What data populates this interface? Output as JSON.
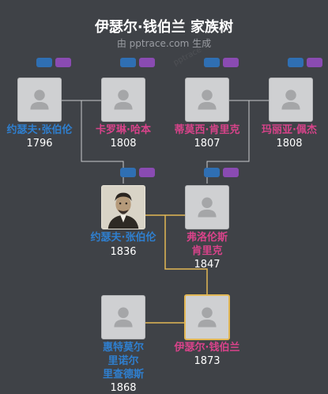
{
  "title": "伊瑟尔·钱伯兰 家族树",
  "subtitle": "由 pptrace.com 生成",
  "watermark": "pptrace",
  "colors": {
    "background": "#3f4247",
    "male": "#2f7fcf",
    "female": "#d8438a",
    "connector": "#c9cbce",
    "highlight_connector": "#e2b755"
  },
  "people": {
    "p1": {
      "name": "约瑟夫·张伯伦",
      "year": "1796",
      "gender": "male"
    },
    "p2": {
      "name": "卡罗琳·哈本",
      "year": "1808",
      "gender": "female"
    },
    "p3": {
      "name": "蒂莫西·肯里克",
      "year": "1807",
      "gender": "female"
    },
    "p4": {
      "name": "玛丽亚·佩杰",
      "year": "1808",
      "gender": "female"
    },
    "p5": {
      "name": "约瑟夫·张伯伦",
      "year": "1836",
      "gender": "male",
      "photo": true
    },
    "p6": {
      "name_line1": "弗洛伦斯",
      "name_line2": "肯里克",
      "year": "1847",
      "gender": "female"
    },
    "p7": {
      "name_line1": "惠特莫尔",
      "name_line2": "里诺尔",
      "name_line3": "里查德斯",
      "year": "1868",
      "gender": "male"
    },
    "p8": {
      "name": "伊瑟尔·钱伯兰",
      "year": "1873",
      "gender": "female",
      "highlight": true
    }
  }
}
